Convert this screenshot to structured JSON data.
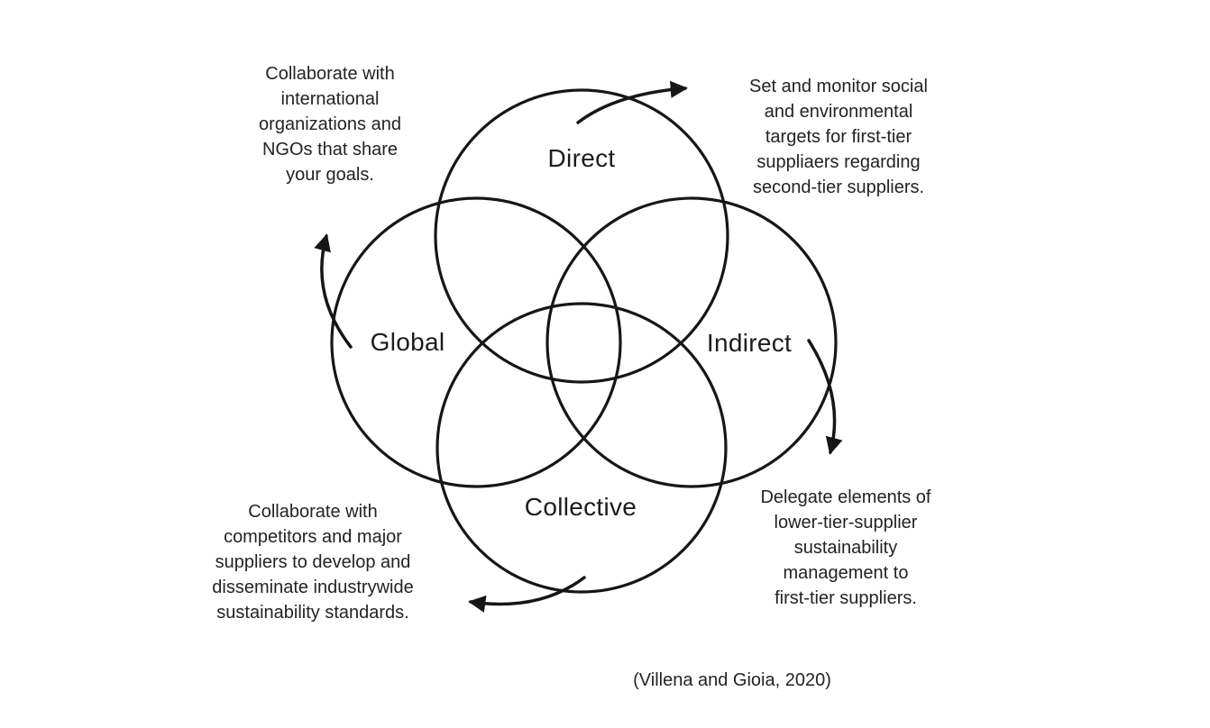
{
  "figure": {
    "type": "venn-diagram",
    "background_color": "#ffffff",
    "line_color": "#161616",
    "text_color": "#232323",
    "circles": [
      {
        "id": "direct",
        "label": "Direct"
      },
      {
        "id": "global",
        "label": "Global"
      },
      {
        "id": "indirect",
        "label": "Indirect"
      },
      {
        "id": "collective",
        "label": "Collective"
      }
    ],
    "annotations": {
      "global_note": {
        "lines": [
          "Collaborate with",
          "international",
          "organizations and",
          "NGOs that share",
          "your goals."
        ]
      },
      "direct_note": {
        "lines": [
          "Set and monitor social",
          "and environmental",
          "targets for first-tier",
          "suppliaers regarding",
          "second-tier suppliers."
        ]
      },
      "collective_note": {
        "lines": [
          "Collaborate with",
          "competitors and major",
          "suppliers to develop and",
          "disseminate industrywide",
          "sustainability standards."
        ]
      },
      "indirect_note": {
        "lines": [
          "Delegate elements of",
          "lower-tier-supplier",
          "sustainability",
          "management to",
          "first-tier suppliers."
        ]
      }
    },
    "arrows": [
      {
        "id": "top",
        "direction": "clockwise",
        "points": "from Direct toward Indirect side"
      },
      {
        "id": "right",
        "direction": "clockwise",
        "points": "from Indirect down toward Collective side"
      },
      {
        "id": "bottom",
        "direction": "clockwise",
        "points": "from Collective toward Global side"
      },
      {
        "id": "left",
        "direction": "clockwise",
        "points": "from Global up toward Direct side"
      }
    ],
    "citation": "(Villena and Gioia, 2020)"
  }
}
